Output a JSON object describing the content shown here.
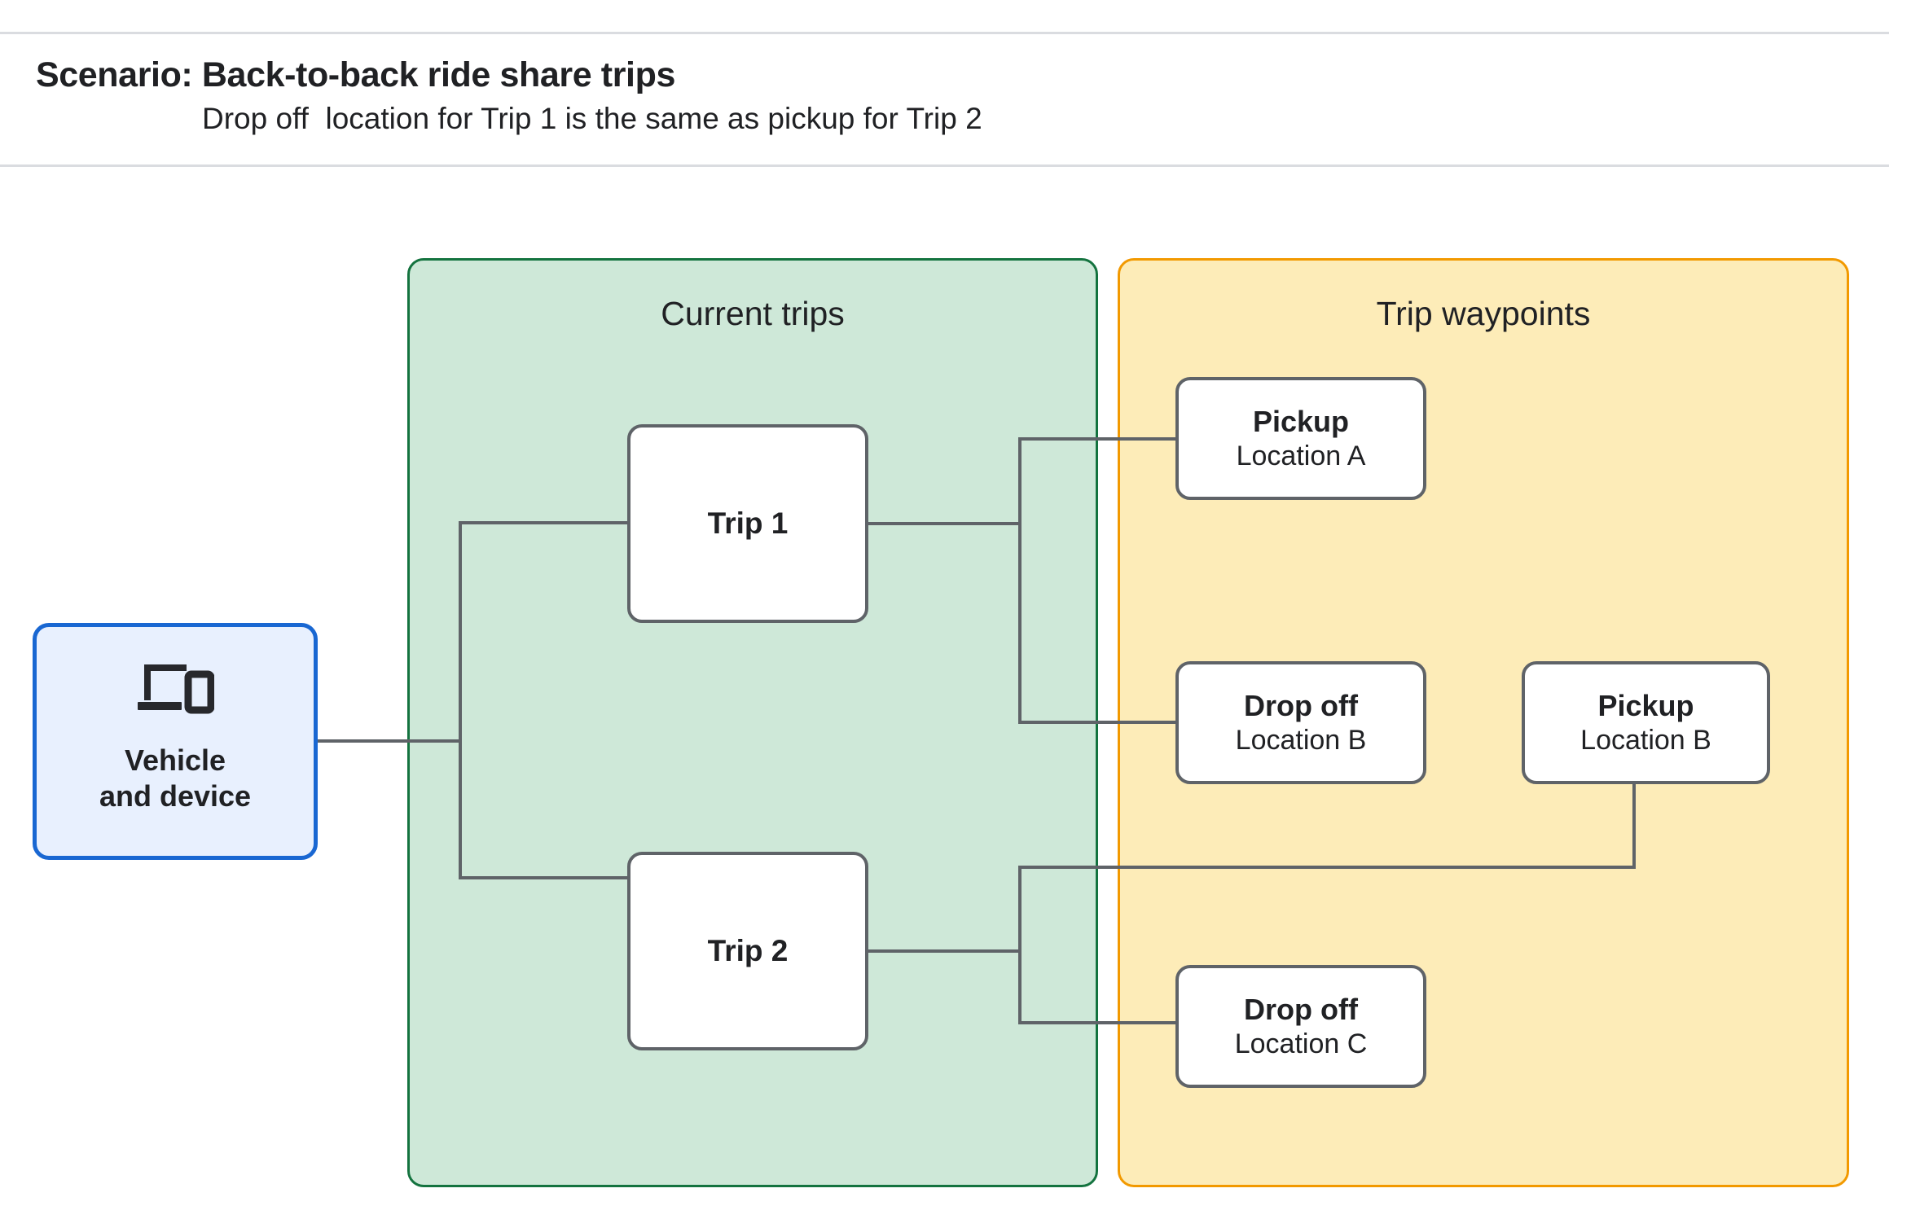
{
  "header": {
    "title": "Scenario: Back-to-back ride share trips",
    "subtitle": "Drop off  location for Trip 1 is the same as pickup for Trip 2"
  },
  "groups": {
    "current_trips": {
      "title": "Current trips",
      "fill": "#cee8d8",
      "border": "#14733f"
    },
    "trip_waypoints": {
      "title": "Trip waypoints",
      "fill": "#fdecb8",
      "border": "#f29900"
    }
  },
  "nodes": {
    "vehicle": {
      "label": "Vehicle\nand device",
      "icon": "devices-icon",
      "fill": "#e8f0fe",
      "border": "#1967d2"
    },
    "trip_1": {
      "label": "Trip 1"
    },
    "trip_2": {
      "label": "Trip 2"
    },
    "pickup_a": {
      "title": "Pickup",
      "sub": "Location A"
    },
    "dropoff_b": {
      "title": "Drop off",
      "sub": "Location B"
    },
    "pickup_b": {
      "title": "Pickup",
      "sub": "Location B"
    },
    "dropoff_c": {
      "title": "Drop off",
      "sub": "Location C"
    }
  },
  "connector_color": "#5f6368"
}
